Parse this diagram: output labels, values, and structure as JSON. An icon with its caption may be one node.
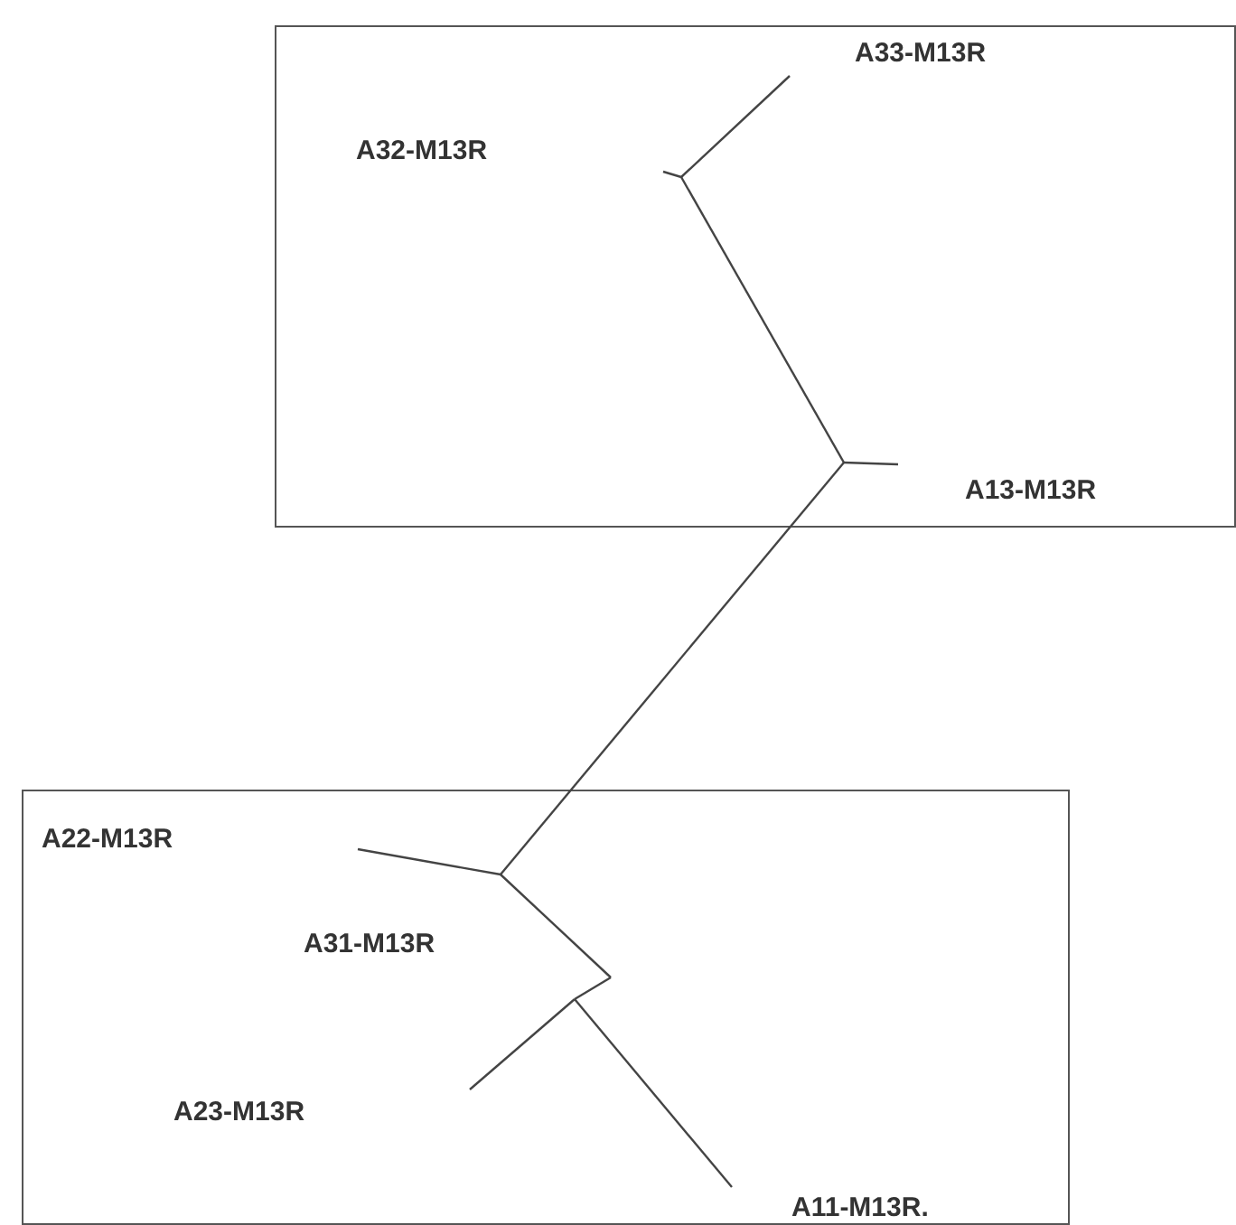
{
  "diagram": {
    "nodes": [
      {
        "text": [],
        "shape": "box"
      },
      {
        "text": [
          "A33-M13R"
        ],
        "in": 0
      },
      {
        "text": [
          "A32-M13R"
        ],
        "in": 0
      },
      {
        "text": [
          "A13-M13R"
        ],
        "in": 0
      },
      {
        "text": [],
        "shape": "box"
      },
      {
        "text": [
          "A22-M13R"
        ],
        "in": 4
      },
      {
        "text": [
          "A31-M13R"
        ],
        "in": 4
      },
      {
        "text": [
          "A23-M13R"
        ],
        "in": 4
      },
      {
        "text": [
          "A11-M13R."
        ],
        "in": 4
      }
    ]
  }
}
